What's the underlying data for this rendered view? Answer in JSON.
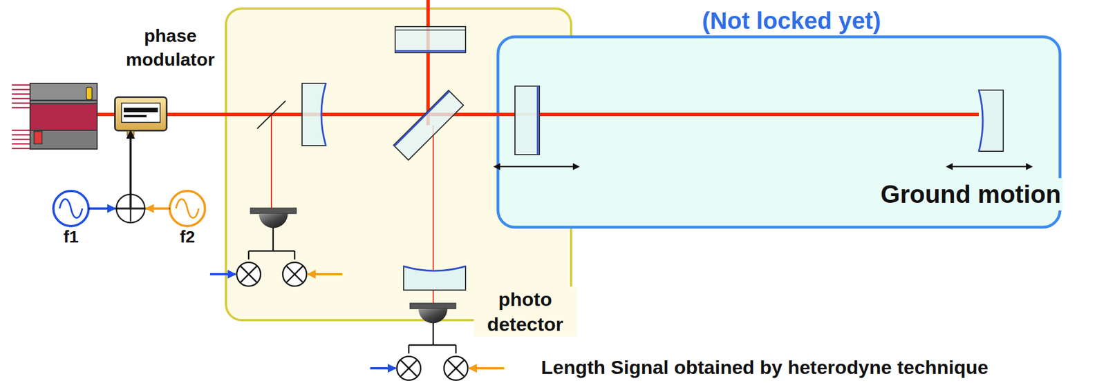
{
  "diagram": {
    "nodes": [
      {
        "text": [
          "phase modulator"
        ]
      },
      {
        "text": [
          "f1"
        ]
      },
      {
        "text": [
          "f2"
        ]
      },
      {
        "text": [
          "(Not locked yet)",
          "Ground motion"
        ]
      }
    ],
    "edges": [
      {
        "from": 1,
        "to": 0,
        "arrow": "to"
      },
      {
        "from": 2,
        "to": 0,
        "arrow": "to"
      }
    ],
    "labels": [
      "photo detector",
      "Length Signal obtained by heterodyne technique"
    ]
  }
}
